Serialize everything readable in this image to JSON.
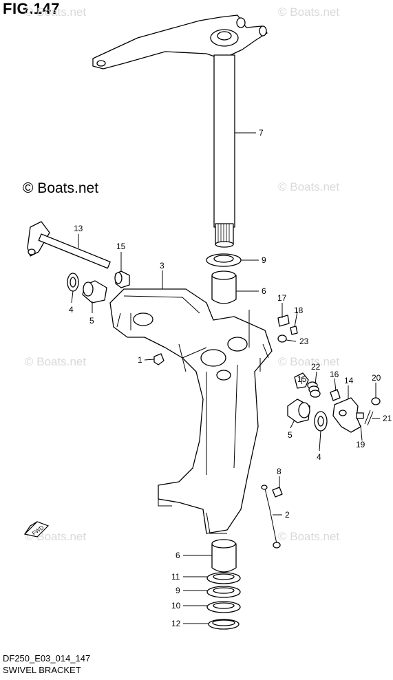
{
  "figure_title": "FIG.147",
  "copyright_main": "© Boats.net",
  "watermark_text": "© Boats.net",
  "fwd_label": "FWD",
  "model_code": "DF250_E03_014_147",
  "caption": "SWIVEL BRACKET",
  "callouts": {
    "c1": "1",
    "c2": "2",
    "c3": "3",
    "c4a": "4",
    "c4b": "4",
    "c5a": "5",
    "c5b": "5",
    "c6a": "6",
    "c6b": "6",
    "c7": "7",
    "c8": "8",
    "c9a": "9",
    "c9b": "9",
    "c10": "10",
    "c11": "11",
    "c12": "12",
    "c13": "13",
    "c14": "14",
    "c15a": "15",
    "c15b": "15",
    "c16": "16",
    "c17": "17",
    "c18": "18",
    "c19": "19",
    "c20": "20",
    "c21": "21",
    "c22": "22",
    "c23": "23"
  }
}
